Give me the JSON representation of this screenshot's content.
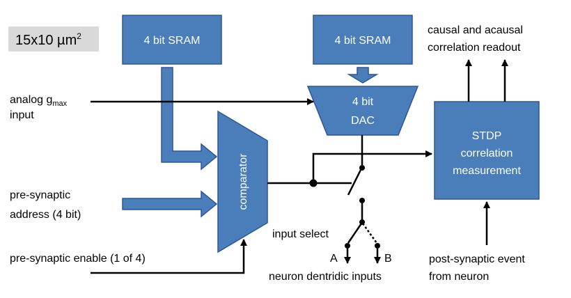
{
  "area_label": {
    "text": "15x10 µm",
    "sup": "2"
  },
  "sram_left": {
    "label": "4 bit SRAM"
  },
  "sram_right": {
    "label": "4 bit SRAM"
  },
  "dac": {
    "line1": "4 bit",
    "line2": "DAC"
  },
  "comparator": {
    "label": "comparator"
  },
  "stdp": {
    "line1": "STDP",
    "line2": "correlation",
    "line3": "measurement"
  },
  "labels": {
    "analog_main": "analog g",
    "analog_sub": "max",
    "analog_line2": "input",
    "pre_syn_addr_1": "pre-synaptic",
    "pre_syn_addr_2": "address (4 bit)",
    "pre_syn_enable": "pre-synaptic enable (1 of 4)",
    "input_select": "input select",
    "port_a": "A",
    "port_b": "B",
    "neuron_inputs": "neuron dentridic inputs",
    "causal_1": "causal and acausal",
    "causal_2": "correlation readout",
    "post_syn_1": "post-synaptic event",
    "post_syn_2": "from neuron"
  },
  "colors": {
    "block_fill": "#4a7ebb",
    "block_stroke": "#2f5597",
    "area_bg": "#d9d9d9",
    "line": "#000000",
    "block_text": "#ffffff"
  }
}
